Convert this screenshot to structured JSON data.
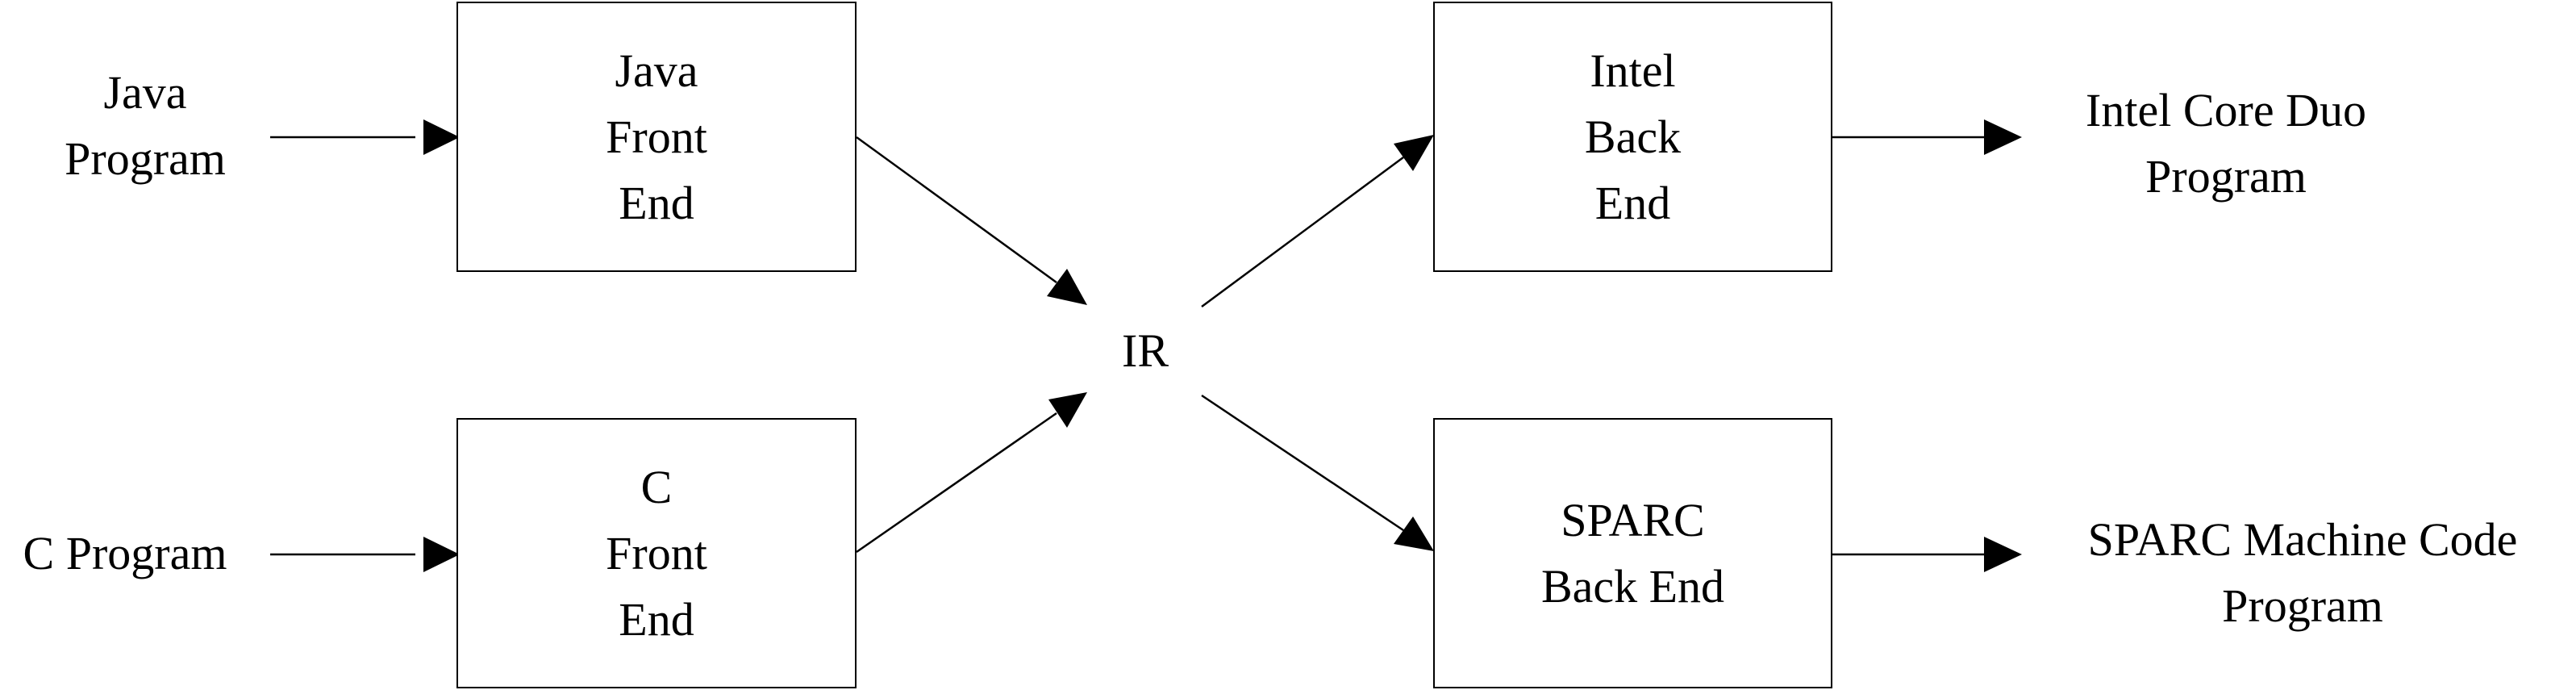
{
  "inputs": {
    "java": [
      "Java",
      "Program"
    ],
    "c": [
      "C Program"
    ]
  },
  "frontends": {
    "java": [
      "Java",
      "Front",
      "End"
    ],
    "c": [
      "C",
      "Front",
      "End"
    ]
  },
  "ir": "IR",
  "backends": {
    "intel": [
      "Intel",
      "Back",
      "End"
    ],
    "sparc": [
      "SPARC",
      "Back End"
    ]
  },
  "outputs": {
    "intel": [
      "Intel Core Duo",
      "Program"
    ],
    "sparc": [
      "SPARC Machine Code",
      "Program"
    ]
  }
}
